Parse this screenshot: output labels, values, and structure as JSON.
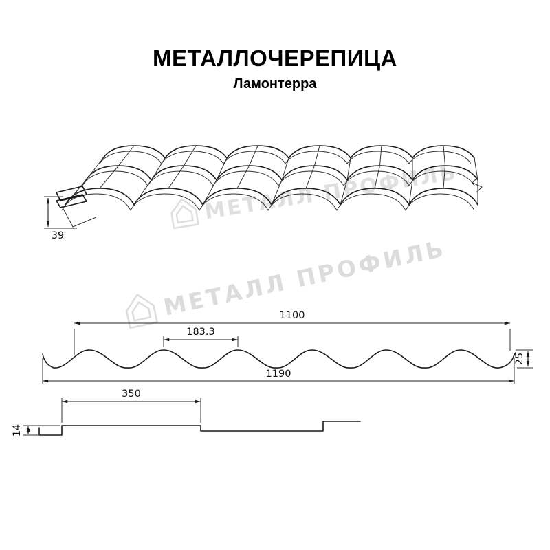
{
  "title": "МЕТАЛЛОЧЕРЕПИЦА",
  "subtitle": "Ламонтерра",
  "watermark": {
    "text": "МЕТАЛЛ ПРОФИЛЬ"
  },
  "dimensions": {
    "edge_height": "39",
    "cover_width": "1100",
    "wave_pitch": "183.3",
    "profile_height": "25",
    "overall_width": "1190",
    "module_length": "350",
    "step_height": "14"
  },
  "colors": {
    "line": "#1a1a1a",
    "watermark": "#d9d9d9",
    "background": "#ffffff"
  }
}
